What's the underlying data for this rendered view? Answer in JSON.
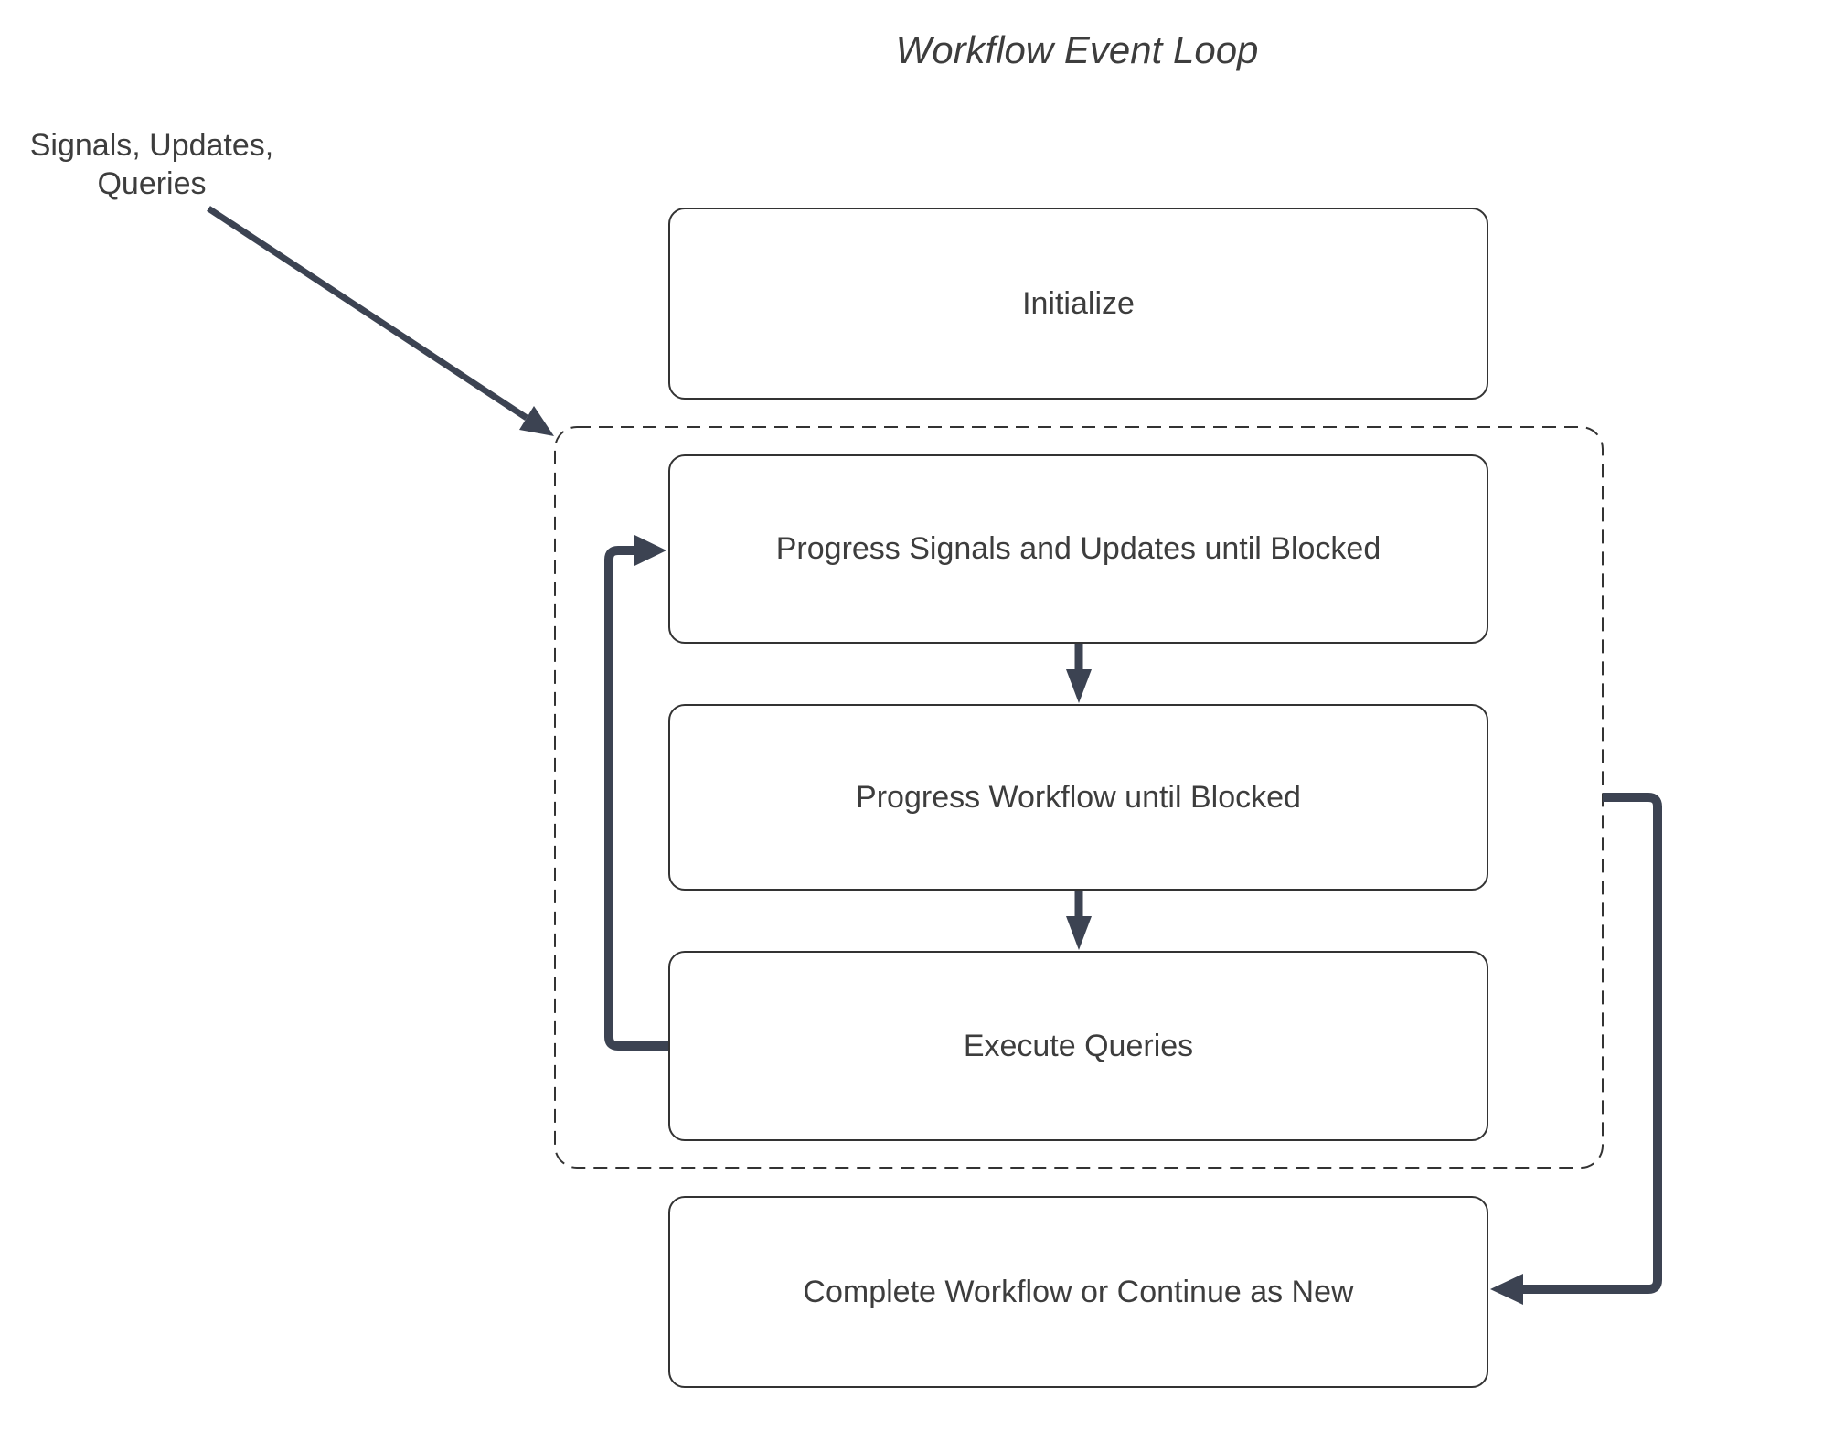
{
  "title": "Workflow Event Loop",
  "annotation": "Signals, Updates,\nQueries",
  "nodes": {
    "initialize": "Initialize",
    "progress_signals": "Progress Signals and Updates until Blocked",
    "progress_workflow": "Progress Workflow until Blocked",
    "execute_queries": "Execute Queries",
    "complete": "Complete Workflow or Continue as New"
  },
  "edges": [
    {
      "from": "signals-updates-queries-label",
      "to": "event-loop-boundary",
      "style": "thin-arrow"
    },
    {
      "from": "progress_signals",
      "to": "progress_workflow",
      "style": "down-arrow"
    },
    {
      "from": "progress_workflow",
      "to": "execute_queries",
      "style": "down-arrow"
    },
    {
      "from": "execute_queries",
      "to": "progress_signals",
      "style": "thick-loop-left"
    },
    {
      "from": "event-loop-boundary",
      "to": "complete",
      "style": "thick-loop-right"
    }
  ],
  "colors": {
    "arrow": "#3c4352",
    "node-border": "#333333",
    "dash": "#333333",
    "text": "#3d3d3d",
    "background": "#ffffff"
  }
}
